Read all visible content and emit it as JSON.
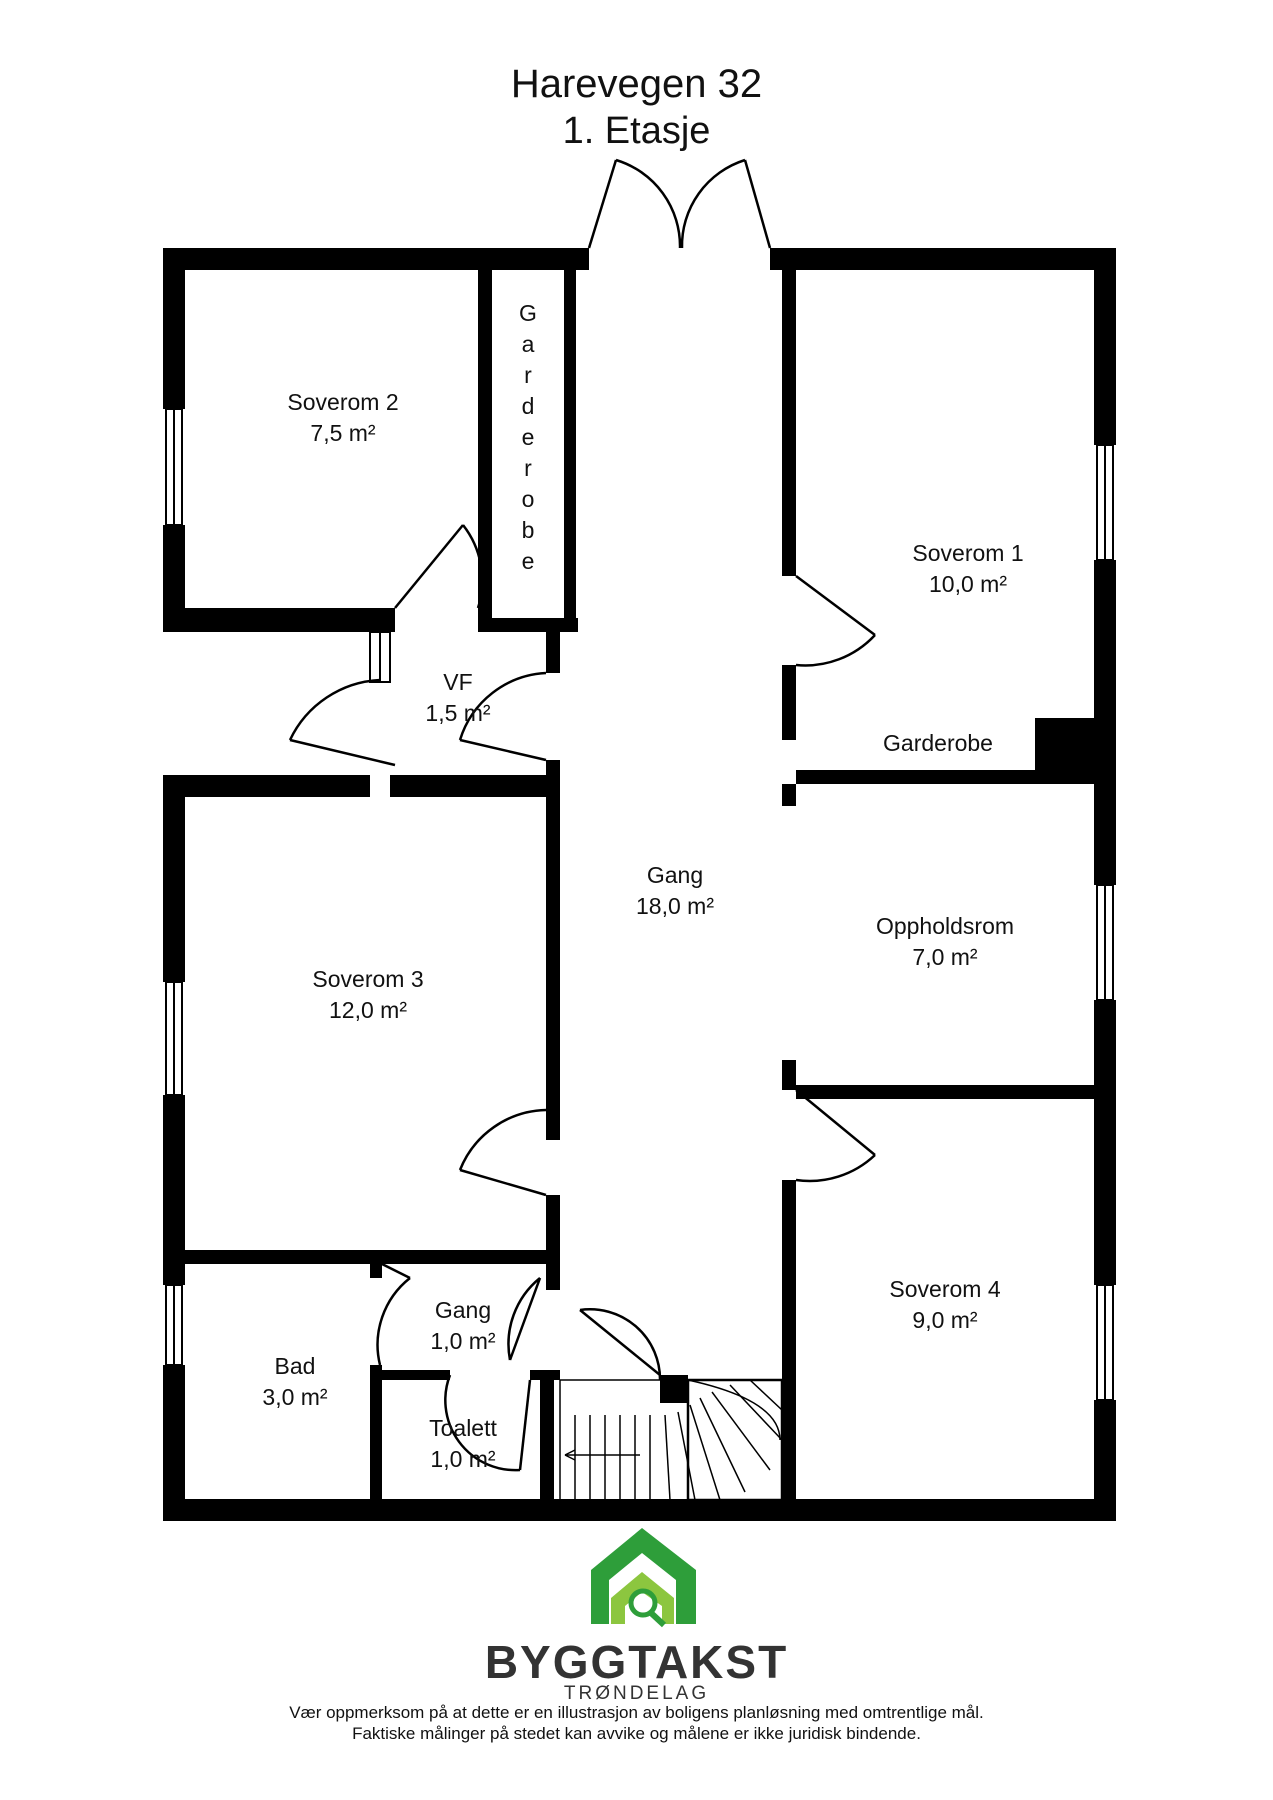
{
  "header": {
    "title": "Harevegen 32",
    "floor": "1. Etasje"
  },
  "rooms": [
    {
      "id": "soverom-2",
      "name": "Soverom 2",
      "area": "7,5 m²"
    },
    {
      "id": "garderobe-vertical",
      "name": "Garderobe"
    },
    {
      "id": "soverom-1",
      "name": "Soverom 1",
      "area": "10,0 m²"
    },
    {
      "id": "garderobe",
      "name": "Garderobe"
    },
    {
      "id": "vf",
      "name": "VF",
      "area": "1,5 m²"
    },
    {
      "id": "gang-main",
      "name": "Gang",
      "area": "18,0 m²"
    },
    {
      "id": "oppholdsrom",
      "name": "Oppholdsrom",
      "area": "7,0 m²"
    },
    {
      "id": "soverom-3",
      "name": "Soverom 3",
      "area": "12,0 m²"
    },
    {
      "id": "soverom-4",
      "name": "Soverom 4",
      "area": "9,0 m²"
    },
    {
      "id": "gang-small",
      "name": "Gang",
      "area": "1,0 m²"
    },
    {
      "id": "bad",
      "name": "Bad",
      "area": "3,0 m²"
    },
    {
      "id": "toalett",
      "name": "Toalett",
      "area": "1,0 m²"
    }
  ],
  "brand": {
    "name": "BYGGTAKST",
    "sub": "TRØNDELAG",
    "green_dark": "#2e9e3a",
    "green_light": "#8cc63f"
  },
  "disclaimer": {
    "line1": "Vær oppmerksom på at dette er en illustrasjon av boligens planløsning med omtrentlige mål.",
    "line2": "Faktiske målinger på stedet kan avvike og målene er ikke juridisk bindende."
  }
}
